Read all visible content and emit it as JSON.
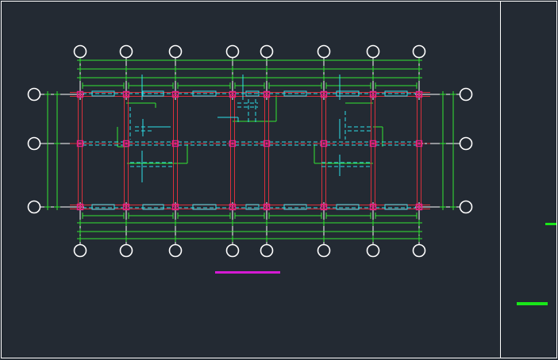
{
  "drawing": {
    "type": "structural-floor-plan",
    "background": "#232a33",
    "frame_color": "#ffffff",
    "colors": {
      "axis": "#ffffff",
      "column": "#e0208c",
      "beam": "#d8303c",
      "dimension": "#33e633",
      "hidden_element": "#2ee0e8",
      "marker": "#d41ad4",
      "legend_marker": "#19e619"
    },
    "grid": {
      "vertical_axis_count_top": 8,
      "vertical_axis_count_bottom": 8,
      "horizontal_axis_count": 3,
      "bubble_labels_shown": false
    },
    "title_block": {
      "text_shown": false
    }
  }
}
